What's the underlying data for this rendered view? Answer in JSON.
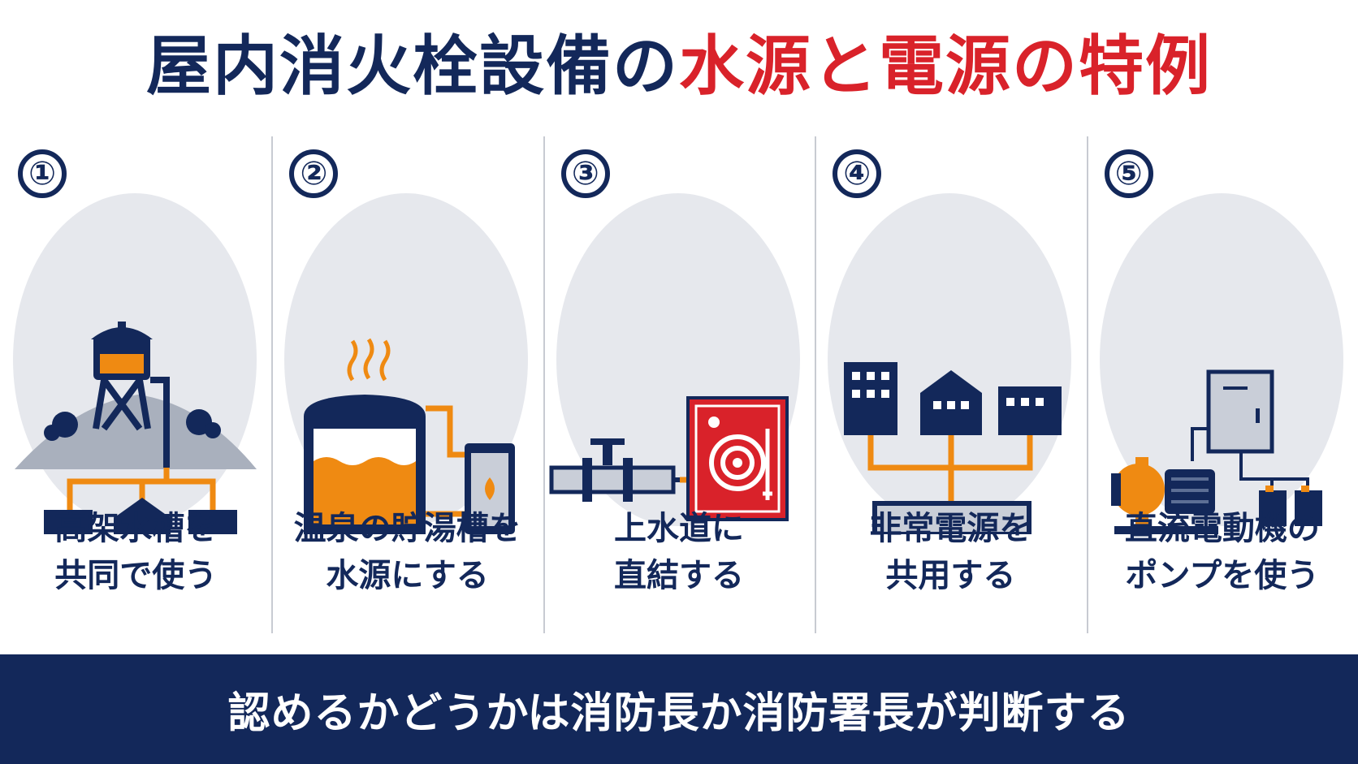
{
  "title": {
    "part1": "屋内消火栓設備の",
    "part2": "水源と電源",
    "part3": "の",
    "part4": "特例"
  },
  "colors": {
    "navy": "#13285a",
    "red": "#d9222a",
    "orange": "#ef8a12",
    "light_gray": "#e6e8ed"
  },
  "panels": [
    {
      "number": "①",
      "icon": "elevated-water-tank-icon",
      "caption_line1": "高架水槽を",
      "caption_line2": "共同で使う"
    },
    {
      "number": "②",
      "icon": "hot-spring-storage-tank-icon",
      "caption_line1": "温泉の貯湯槽を",
      "caption_line2": "水源にする"
    },
    {
      "number": "③",
      "icon": "water-main-hydrant-icon",
      "caption_line1": "上水道に",
      "caption_line2": "直結する"
    },
    {
      "number": "④",
      "icon": "emergency-generator-icon",
      "caption_line1": "非常電源を",
      "caption_line2": "共用する"
    },
    {
      "number": "⑤",
      "icon": "dc-motor-pump-icon",
      "caption_line1": "直流電動機の",
      "caption_line2": "ポンプを使う"
    }
  ],
  "footer": {
    "text": "認めるかどうかは消防長か消防署長が判断する"
  }
}
